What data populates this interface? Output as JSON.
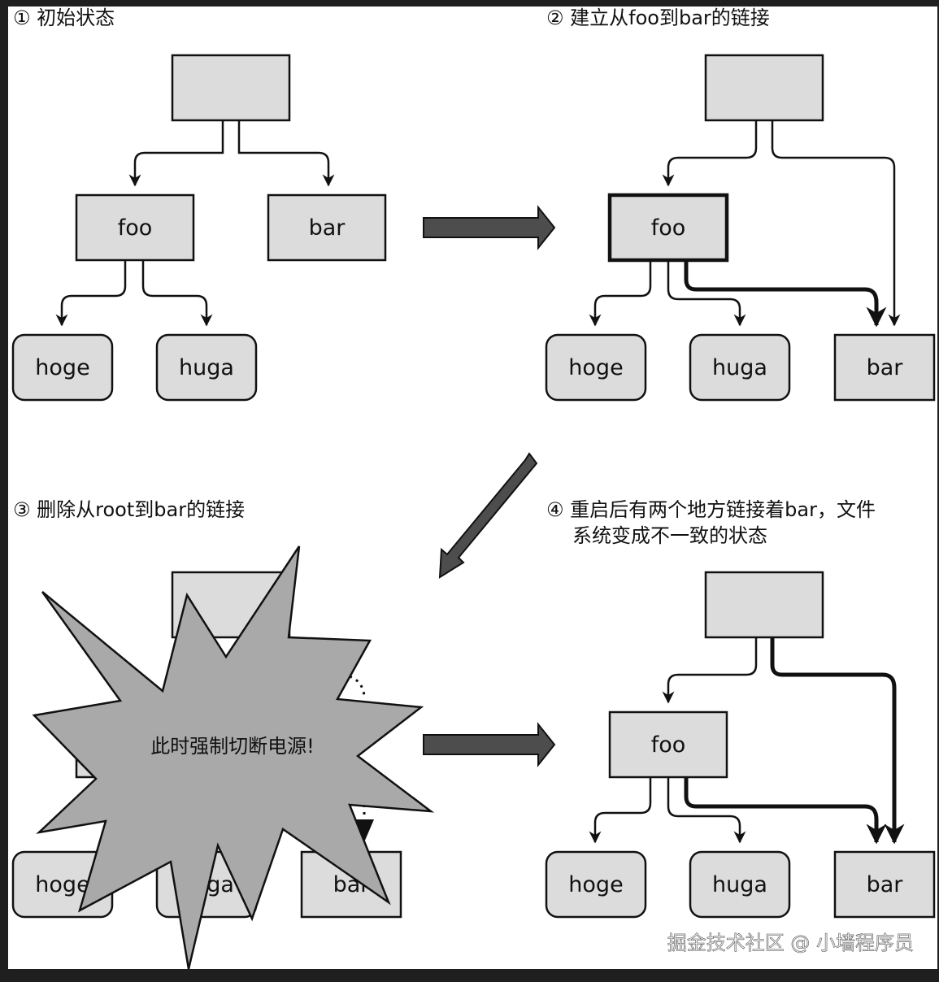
{
  "panels": {
    "p1": {
      "caption": "① 初始状态"
    },
    "p2": {
      "caption": "② 建立从foo到bar的链接"
    },
    "p3": {
      "caption": "③ 删除从root到bar的链接"
    },
    "p4": {
      "caption_line1": "④ 重启后有两个地方链接着bar，文件",
      "caption_line2": "系统变成不一致的状态"
    }
  },
  "nodes": {
    "foo": "foo",
    "bar": "bar",
    "hoge": "hoge",
    "huga": "huga"
  },
  "explosion": {
    "text": "此时强制切断电源!"
  },
  "watermark": "掘金技术社区 @ 小墙程序员",
  "colors": {
    "box_fill": "#dcdcdc",
    "stroke": "#111111",
    "arrow_fill": "#4d4d4d",
    "explosion_fill": "#a9a9a9",
    "background": "#1f1f1f"
  }
}
